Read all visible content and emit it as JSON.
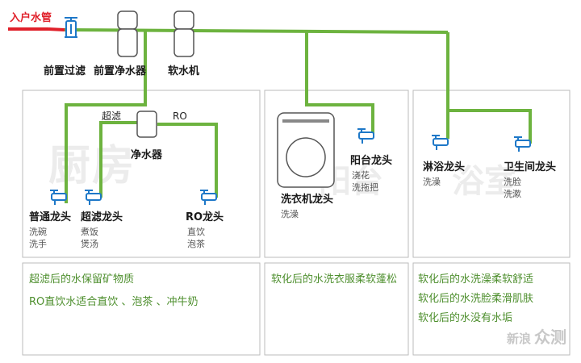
{
  "inlet": {
    "label": "入户水管"
  },
  "devices": {
    "prefilter": "前置过滤",
    "pre_purifier": "前置净水器",
    "softener": "软水机",
    "purifier": "净水器",
    "washer": "洗衣机龙头"
  },
  "pipes": {
    "uf": "超滤",
    "ro": "RO"
  },
  "zones": {
    "kitchen": "厨房",
    "balcony": "阳台",
    "bathroom": "浴室"
  },
  "faucets": {
    "normal": {
      "name": "普通龙头",
      "uses": [
        "洗碗",
        "洗手"
      ]
    },
    "uf": {
      "name": "超滤龙头",
      "uses": [
        "煮饭",
        "煲汤"
      ]
    },
    "ro": {
      "name": "RO龙头",
      "uses": [
        "直饮",
        "泡茶"
      ]
    },
    "washer": {
      "uses": [
        "洗澡"
      ]
    },
    "balcony": {
      "name": "阳台龙头",
      "uses": [
        "浇花",
        "洗拖把"
      ]
    },
    "shower": {
      "name": "淋浴龙头",
      "uses": [
        "洗澡"
      ]
    },
    "bathroom": {
      "name": "卫生间龙头",
      "uses": [
        "洗脸",
        "洗漱"
      ]
    }
  },
  "notes": {
    "kitchen": [
      "超滤后的水保留矿物质",
      "RO直饮水适合直饮 、泡茶 、冲牛奶"
    ],
    "balcony": [
      "软化后的水洗衣服柔软蓬松"
    ],
    "bathroom": [
      "软化后的水洗澡柔软舒适",
      "软化后的水洗脸柔滑肌肤",
      "软化后的水没有水垢"
    ]
  },
  "brand": {
    "line1": "新",
    "line2": "浪",
    "line3": "众测"
  },
  "colors": {
    "pipe": "#6db33f",
    "inlet": "#e0202a",
    "border": "#bbbbbb",
    "faucet": "#1e78c8",
    "note": "#4e8f2e"
  }
}
